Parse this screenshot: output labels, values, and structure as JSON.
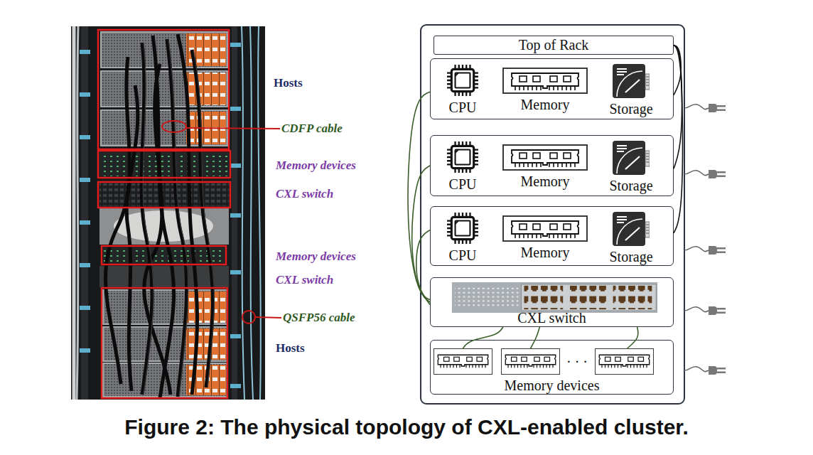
{
  "diagram": {
    "caption": "Figure 2: The physical topology of CXL-enabled cluster.",
    "nodes": [
      {
        "text": [
          "Top of Rack"
        ]
      },
      {
        "text": []
      },
      {
        "text": [
          "CPU"
        ],
        "in": 1
      },
      {
        "text": [
          "Memory"
        ],
        "in": 1
      },
      {
        "text": [
          "Storage"
        ],
        "in": 1
      },
      {
        "text": []
      },
      {
        "text": [
          "CPU"
        ],
        "in": 5
      },
      {
        "text": [
          "Memory"
        ],
        "in": 5
      },
      {
        "text": [
          "Storage"
        ],
        "in": 5
      },
      {
        "text": []
      },
      {
        "text": [
          "CPU"
        ],
        "in": 9
      },
      {
        "text": [
          "Memory"
        ],
        "in": 9
      },
      {
        "text": [
          "Storage"
        ],
        "in": 9
      },
      {
        "text": [
          "CXL switch"
        ]
      },
      {
        "text": [
          "Memory devices"
        ]
      },
      {
        "text": [],
        "in": 14
      },
      {
        "text": [],
        "in": 14
      },
      {
        "text": [],
        "in": 14
      }
    ],
    "edges": [
      {
        "from": 0,
        "to": 1,
        "arrow": "none"
      },
      {
        "from": 0,
        "to": 5,
        "arrow": "none"
      },
      {
        "from": 0,
        "to": 9,
        "arrow": "none"
      },
      {
        "from": 1,
        "to": 13,
        "arrow": "none"
      },
      {
        "from": 5,
        "to": 13,
        "arrow": "none"
      },
      {
        "from": 9,
        "to": 13,
        "arrow": "none"
      },
      {
        "from": 13,
        "to": 15,
        "arrow": "none"
      },
      {
        "from": 13,
        "to": 16,
        "arrow": "none"
      },
      {
        "from": 13,
        "to": 17,
        "arrow": "none"
      }
    ],
    "labels": [
      "Hosts",
      "CDFP cable",
      "Memory devices",
      "CXL switch",
      "Memory devices",
      "CXL switch",
      "QSFP56 cable",
      "Hosts",
      "· · ·"
    ]
  }
}
